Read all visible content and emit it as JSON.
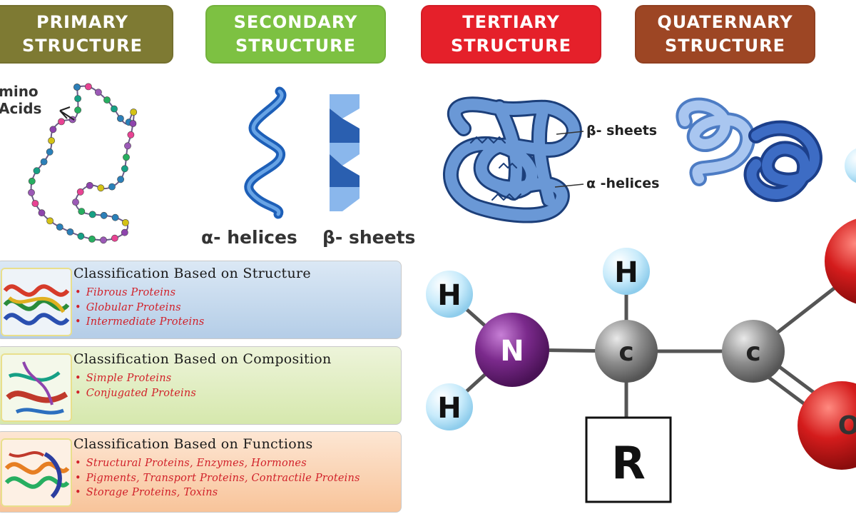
{
  "headers": [
    {
      "line1": "PRIMARY",
      "line2": "STRUCTURE"
    },
    {
      "line1": "SECONDARY",
      "line2": "STRUCTURE"
    },
    {
      "line1": "TERTIARY",
      "line2": "STRUCTURE"
    },
    {
      "line1": "QUATERNARY",
      "line2": "STRUCTURE"
    }
  ],
  "primary": {
    "label_line1": "mino",
    "label_line2": "Acids"
  },
  "secondary": {
    "helix_label": "α- helices",
    "sheet_label": "β- sheets"
  },
  "tertiary": {
    "sheet_label": "β- sheets",
    "helix_label": "α -helices"
  },
  "classifications": [
    {
      "title": "Classification  Based on Structure",
      "items": [
        "Fibrous Proteins",
        "Globular Proteins",
        "Intermediate Proteins"
      ]
    },
    {
      "title": "Classification  Based on Composition",
      "items": [
        "Simple Proteins",
        "Conjugated Proteins"
      ]
    },
    {
      "title": "Classification  Based on Functions",
      "items": [
        "Structural Proteins, Enzymes, Hormones",
        "Pigments, Transport Proteins, Contractile Proteins",
        "Storage Proteins, Toxins"
      ]
    }
  ],
  "amino_acid": {
    "h_top": "H",
    "h_left_top": "H",
    "h_left_bottom": "H",
    "n": "N",
    "c_alpha": "c",
    "c_carboxyl": "c",
    "r_group": "R",
    "o_bottom": "O"
  },
  "colors": {
    "primary": "#7e7a33",
    "secondary": "#7dc142",
    "tertiary": "#e5202a",
    "quaternary": "#9d4624",
    "nitrogen": "#7b2a8c",
    "carbon": "#8a8a8a",
    "oxygen": "#d41c1c",
    "hydrogen": "#a9dcf5"
  }
}
